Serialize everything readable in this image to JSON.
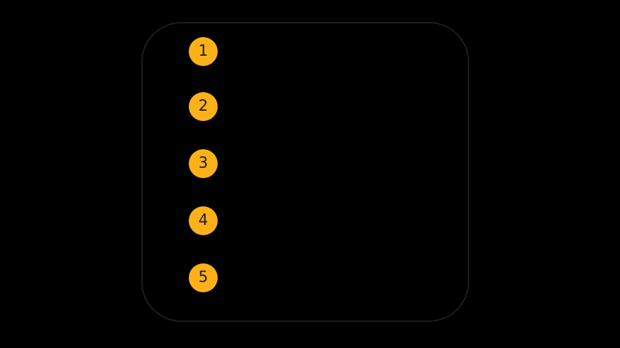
{
  "colors": {
    "background": "#000000",
    "panel_outline": "#1e1e1e",
    "accent": "#FCB11B",
    "number": "#1C1C1C"
  },
  "diagram": {
    "type": "numbered-steps",
    "steps": [
      {
        "number": "1"
      },
      {
        "number": "2"
      },
      {
        "number": "3"
      },
      {
        "number": "4"
      },
      {
        "number": "5"
      }
    ]
  }
}
